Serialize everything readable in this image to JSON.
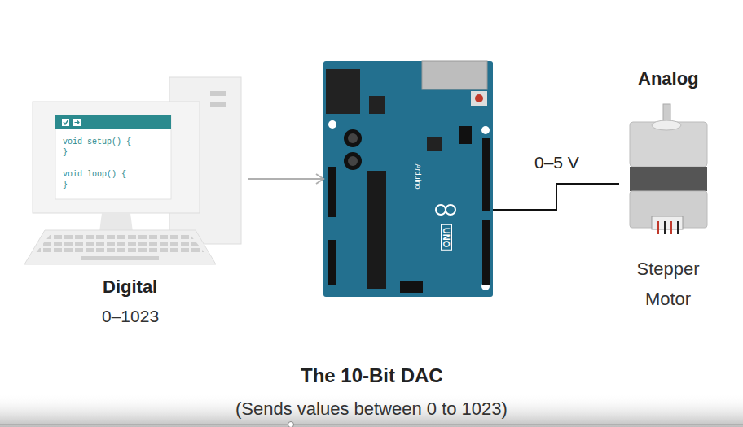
{
  "diagram": {
    "title": "The 10-Bit DAC",
    "caption": "(Sends values between 0 to 1023)",
    "nodes": [
      {
        "text": [
          "void setup() { }",
          "void loop() { }"
        ]
      },
      {
        "text": [
          "Arduino",
          "UNO"
        ]
      },
      {
        "text": [
          "Analog",
          "Stepper Motor"
        ]
      }
    ],
    "edges": [
      {
        "from": 0,
        "to": 1,
        "arrow": "to"
      },
      {
        "from": 1,
        "to": 2,
        "arrow": "none",
        "label": "0–5 V"
      }
    ],
    "labels": [
      "Digital",
      "0–1023"
    ]
  }
}
